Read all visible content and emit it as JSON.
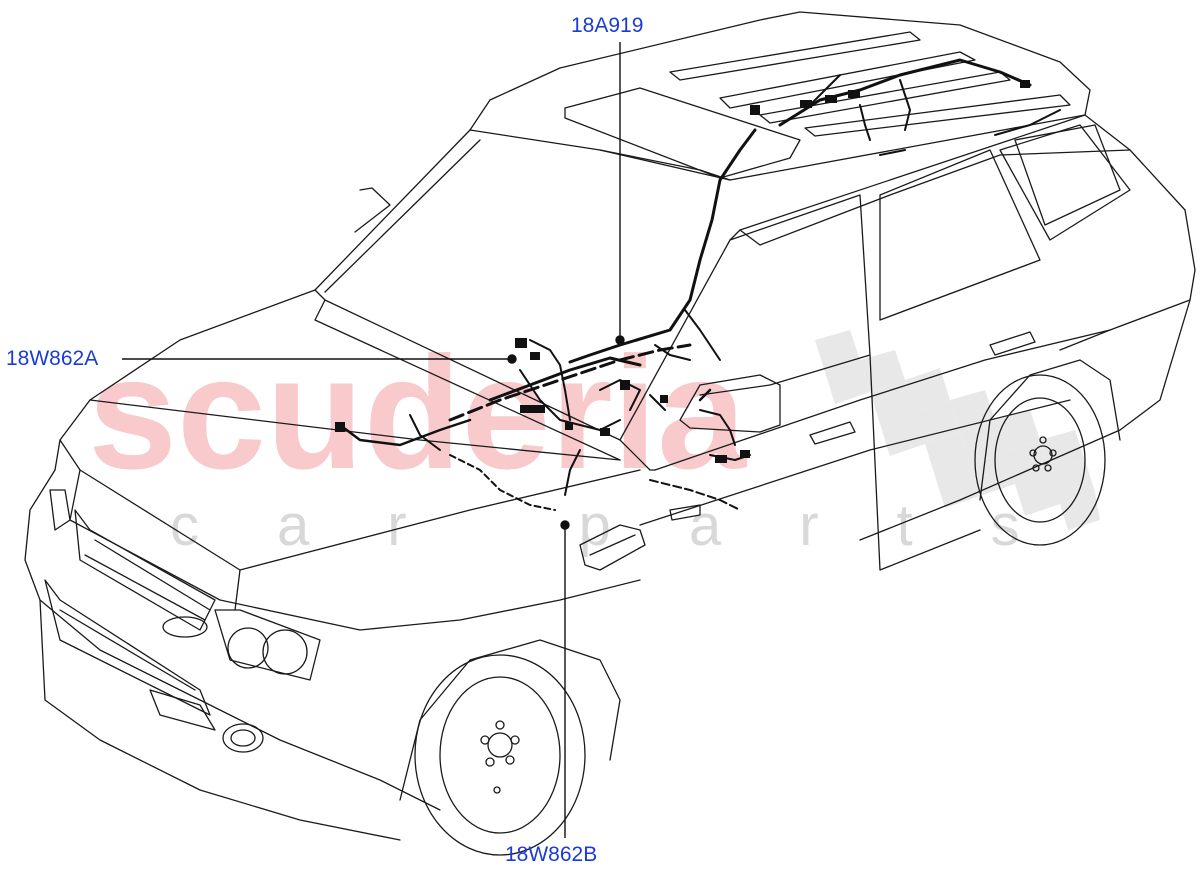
{
  "watermark": {
    "brand": "scuderia",
    "tagline": "car parts"
  },
  "callouts": {
    "top": "18A919",
    "left": "18W862A",
    "bottom": "18W862B"
  },
  "colors": {
    "callout_text": "#1a3cd6",
    "watermark_brand": "#f3a0a3",
    "line_art": "#1a1a1a"
  }
}
